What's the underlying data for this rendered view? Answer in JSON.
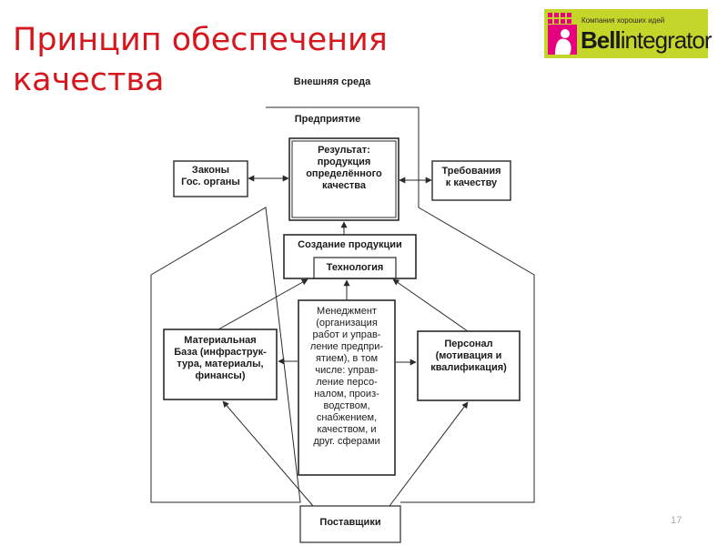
{
  "slide": {
    "title": "Принцип обеспечения качества",
    "page_number": "17"
  },
  "logo": {
    "tagline": "Компания хороших идей",
    "name_bold": "Bell",
    "name_rest": "integrator"
  },
  "diagram": {
    "outer_env": "Внешняя среда",
    "enterprise": "Предприятие",
    "result": "Результат:\nпродукция\nопределённого\nкачества",
    "laws": "Законы\nГос. органы",
    "requirements": "Требования\nк качеству",
    "production": "Создание продукции",
    "technology": "Технология",
    "material_base": "Материальная\nБаза (инфраструк-\nтура, материалы,\nфинансы)",
    "management": "Менеджмент\n(организация\nработ и управ-\nление предпри-\nятием), в том\nчисле: управ-\nление персо-\nналом, произ-\nводством,\nснабжением,\nкачеством, и\nдруг. сферами",
    "personnel": "Персонал\n(мотивация и\nквалификация)",
    "suppliers": "Поставщики"
  },
  "colors": {
    "title": "#d6171e",
    "logo_bg": "#c5d62a",
    "logo_accent": "#e6007e",
    "lines": "#2a2a2a"
  }
}
